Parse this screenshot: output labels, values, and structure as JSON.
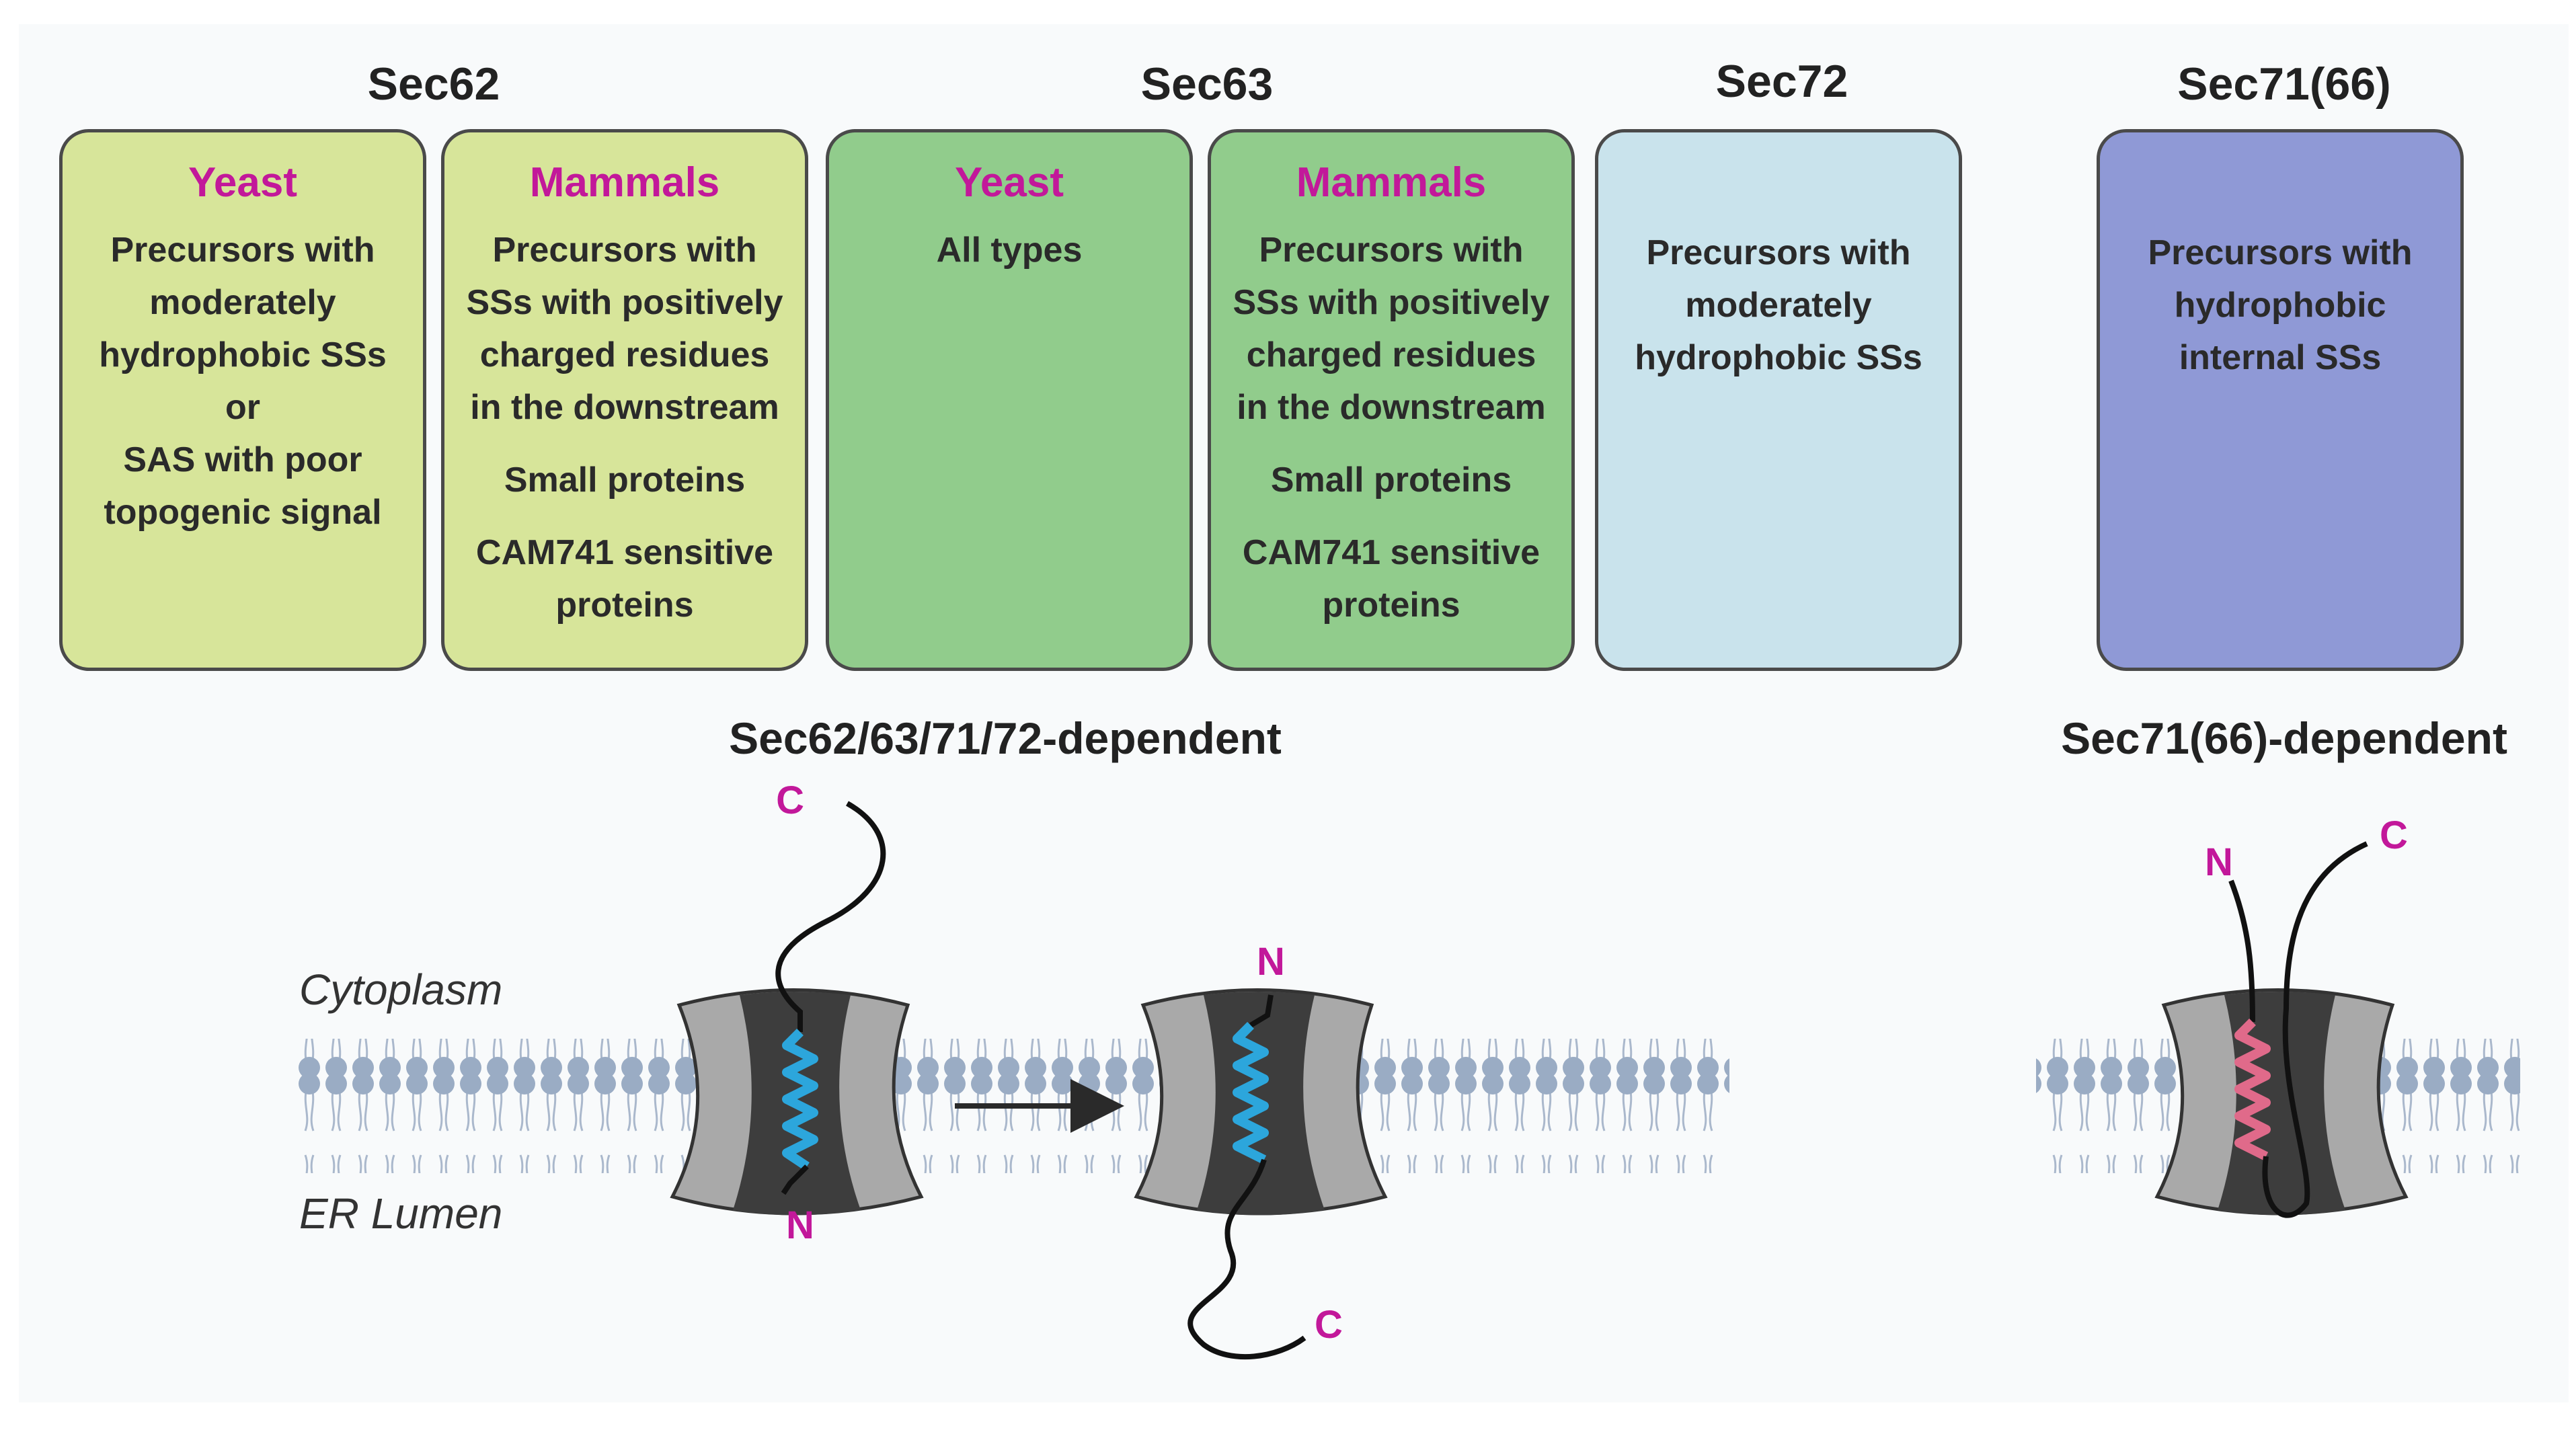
{
  "groups": {
    "sec62": "Sec62",
    "sec63": "Sec63",
    "sec72": "Sec72",
    "sec71": "Sec71(66)"
  },
  "cards": {
    "sec62_yeast": {
      "organism": "Yeast",
      "lines": [
        "Precursors with",
        "moderately",
        "hydrophobic SSs",
        "or",
        "SAS with poor",
        "topogenic signal"
      ]
    },
    "sec62_mammals": {
      "organism": "Mammals",
      "lines1": [
        "Precursors with",
        "SSs with positively",
        "charged residues",
        "in the downstream"
      ],
      "line2": "Small proteins",
      "lines3": [
        "CAM741 sensitive",
        "proteins"
      ]
    },
    "sec63_yeast": {
      "organism": "Yeast",
      "lines": [
        "All types"
      ]
    },
    "sec63_mammals": {
      "organism": "Mammals",
      "lines1": [
        "Precursors with",
        "SSs with positively",
        "charged residues",
        "in the downstream"
      ],
      "line2": "Small proteins",
      "lines3": [
        "CAM741 sensitive",
        "proteins"
      ]
    },
    "sec72": {
      "lines": [
        "Precursors with",
        "moderately",
        "hydrophobic SSs"
      ]
    },
    "sec71": {
      "lines": [
        "Precursors with",
        "hydrophobic",
        "internal SSs"
      ]
    }
  },
  "sections": {
    "left": "Sec62/63/71/72-dependent",
    "right": "Sec71(66)-dependent"
  },
  "regions": {
    "cytoplasm": "Cytoplasm",
    "lumen": "ER Lumen"
  },
  "termini": {
    "n": "N",
    "c": "C"
  },
  "colors": {
    "card_sec62": "#d7e59a",
    "card_sec63": "#91cc8c",
    "card_sec72": "#c9e3ec",
    "card_sec71": "#8f99d6",
    "organism_text": "#c2189a",
    "signal_helix_blue": "#2ca6dc",
    "signal_helix_pink": "#e06a8a",
    "lipid_head": "#9aacc4"
  }
}
